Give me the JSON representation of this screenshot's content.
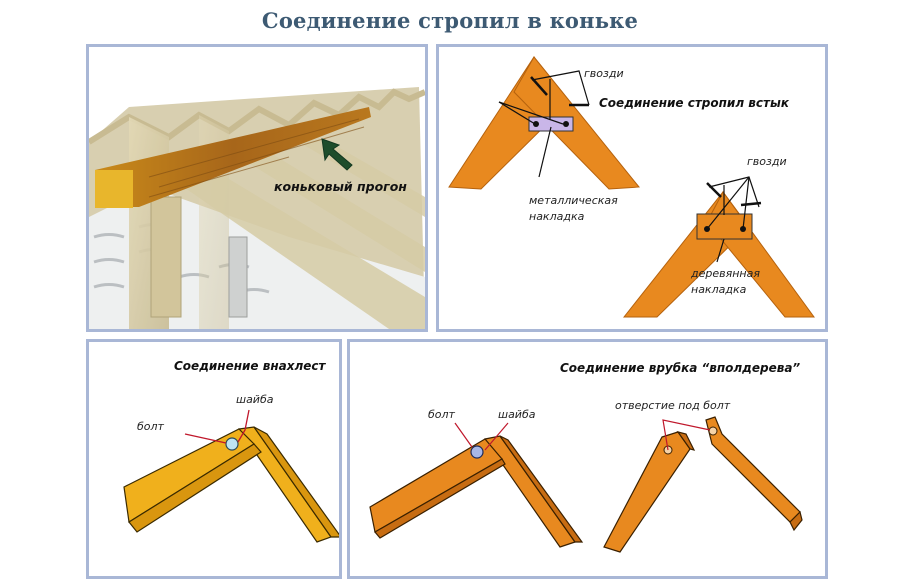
{
  "title": "Соединение стропил в коньке",
  "panels": {
    "ridge_purlin": {
      "label": "коньковый прогон"
    },
    "butt_joint": {
      "heading": "Соединение стропил встык",
      "nails_label_1": "гвозди",
      "nails_label_2": "гвозди",
      "metal_plate_label_line1": "металлическая",
      "metal_plate_label_line2": "накладка",
      "wood_plate_label_line1": "деревянная",
      "wood_plate_label_line2": "накладка"
    },
    "overlap_joint": {
      "heading": "Соединение внахлест",
      "bolt_label": "болт",
      "washer_label": "шайба"
    },
    "half_lap_joint": {
      "heading": "Соединение врубка “вполдерева”",
      "bolt_label": "болт",
      "washer_label": "шайба",
      "hole_label": "отверстие под болт"
    }
  },
  "colors": {
    "title": "#3d5a73",
    "panel_border": "#a9b7d6",
    "rafter_orange": "#e8891f",
    "rafter_yellow": "#f0b01c",
    "metal_plate": "#c9b6e8",
    "arrow_green": "#1e4d2b",
    "leader_red": "#c0182c"
  }
}
